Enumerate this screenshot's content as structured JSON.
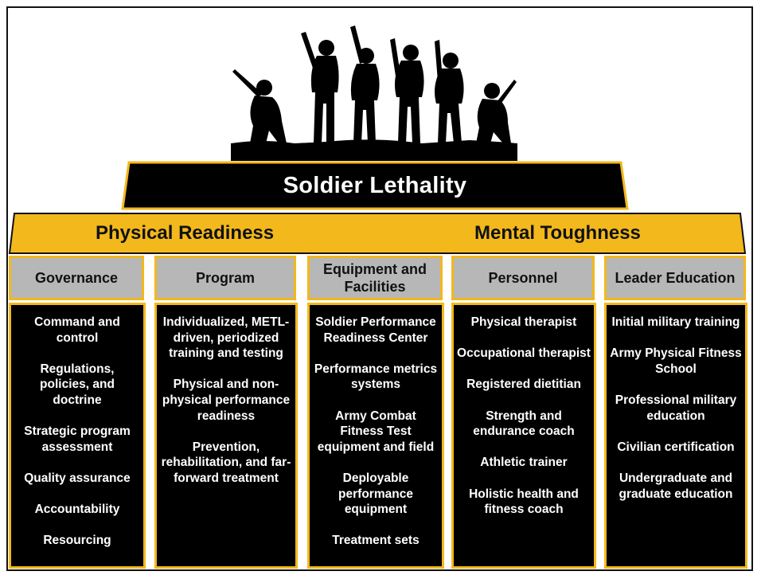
{
  "title": "Soldier Lethality",
  "pillars": {
    "left": "Physical Readiness",
    "right": "Mental Toughness"
  },
  "colors": {
    "accent": "#f2b81c",
    "header_bg": "#b7b7b7",
    "body_bg": "#000000"
  },
  "columns": [
    {
      "header": "Governance",
      "items": [
        "Command and control",
        "Regulations, policies, and doctrine",
        "Strategic program assessment",
        "Quality assurance",
        "Accountability",
        "Resourcing"
      ]
    },
    {
      "header": "Program",
      "items": [
        "Individualized, METL-driven, periodized training and testing",
        "Physical and non-physical performance readiness",
        "Prevention, rehabilitation, and far-forward treatment"
      ]
    },
    {
      "header": "Equipment and Facilities",
      "items": [
        "Soldier Performance Readiness Center",
        "Performance metrics systems",
        "Army Combat Fitness Test equipment and field",
        "Deployable performance equipment",
        "Treatment sets"
      ]
    },
    {
      "header": "Personnel",
      "items": [
        "Physical therapist",
        "Occupational therapist",
        "Registered dietitian",
        "Strength and endurance coach",
        "Athletic trainer",
        "Holistic health and fitness coach"
      ]
    },
    {
      "header": "Leader Education",
      "items": [
        "Initial military training",
        "Army Physical Fitness School",
        "Professional military education",
        "Civilian certification",
        "Undergraduate and graduate education"
      ]
    }
  ]
}
